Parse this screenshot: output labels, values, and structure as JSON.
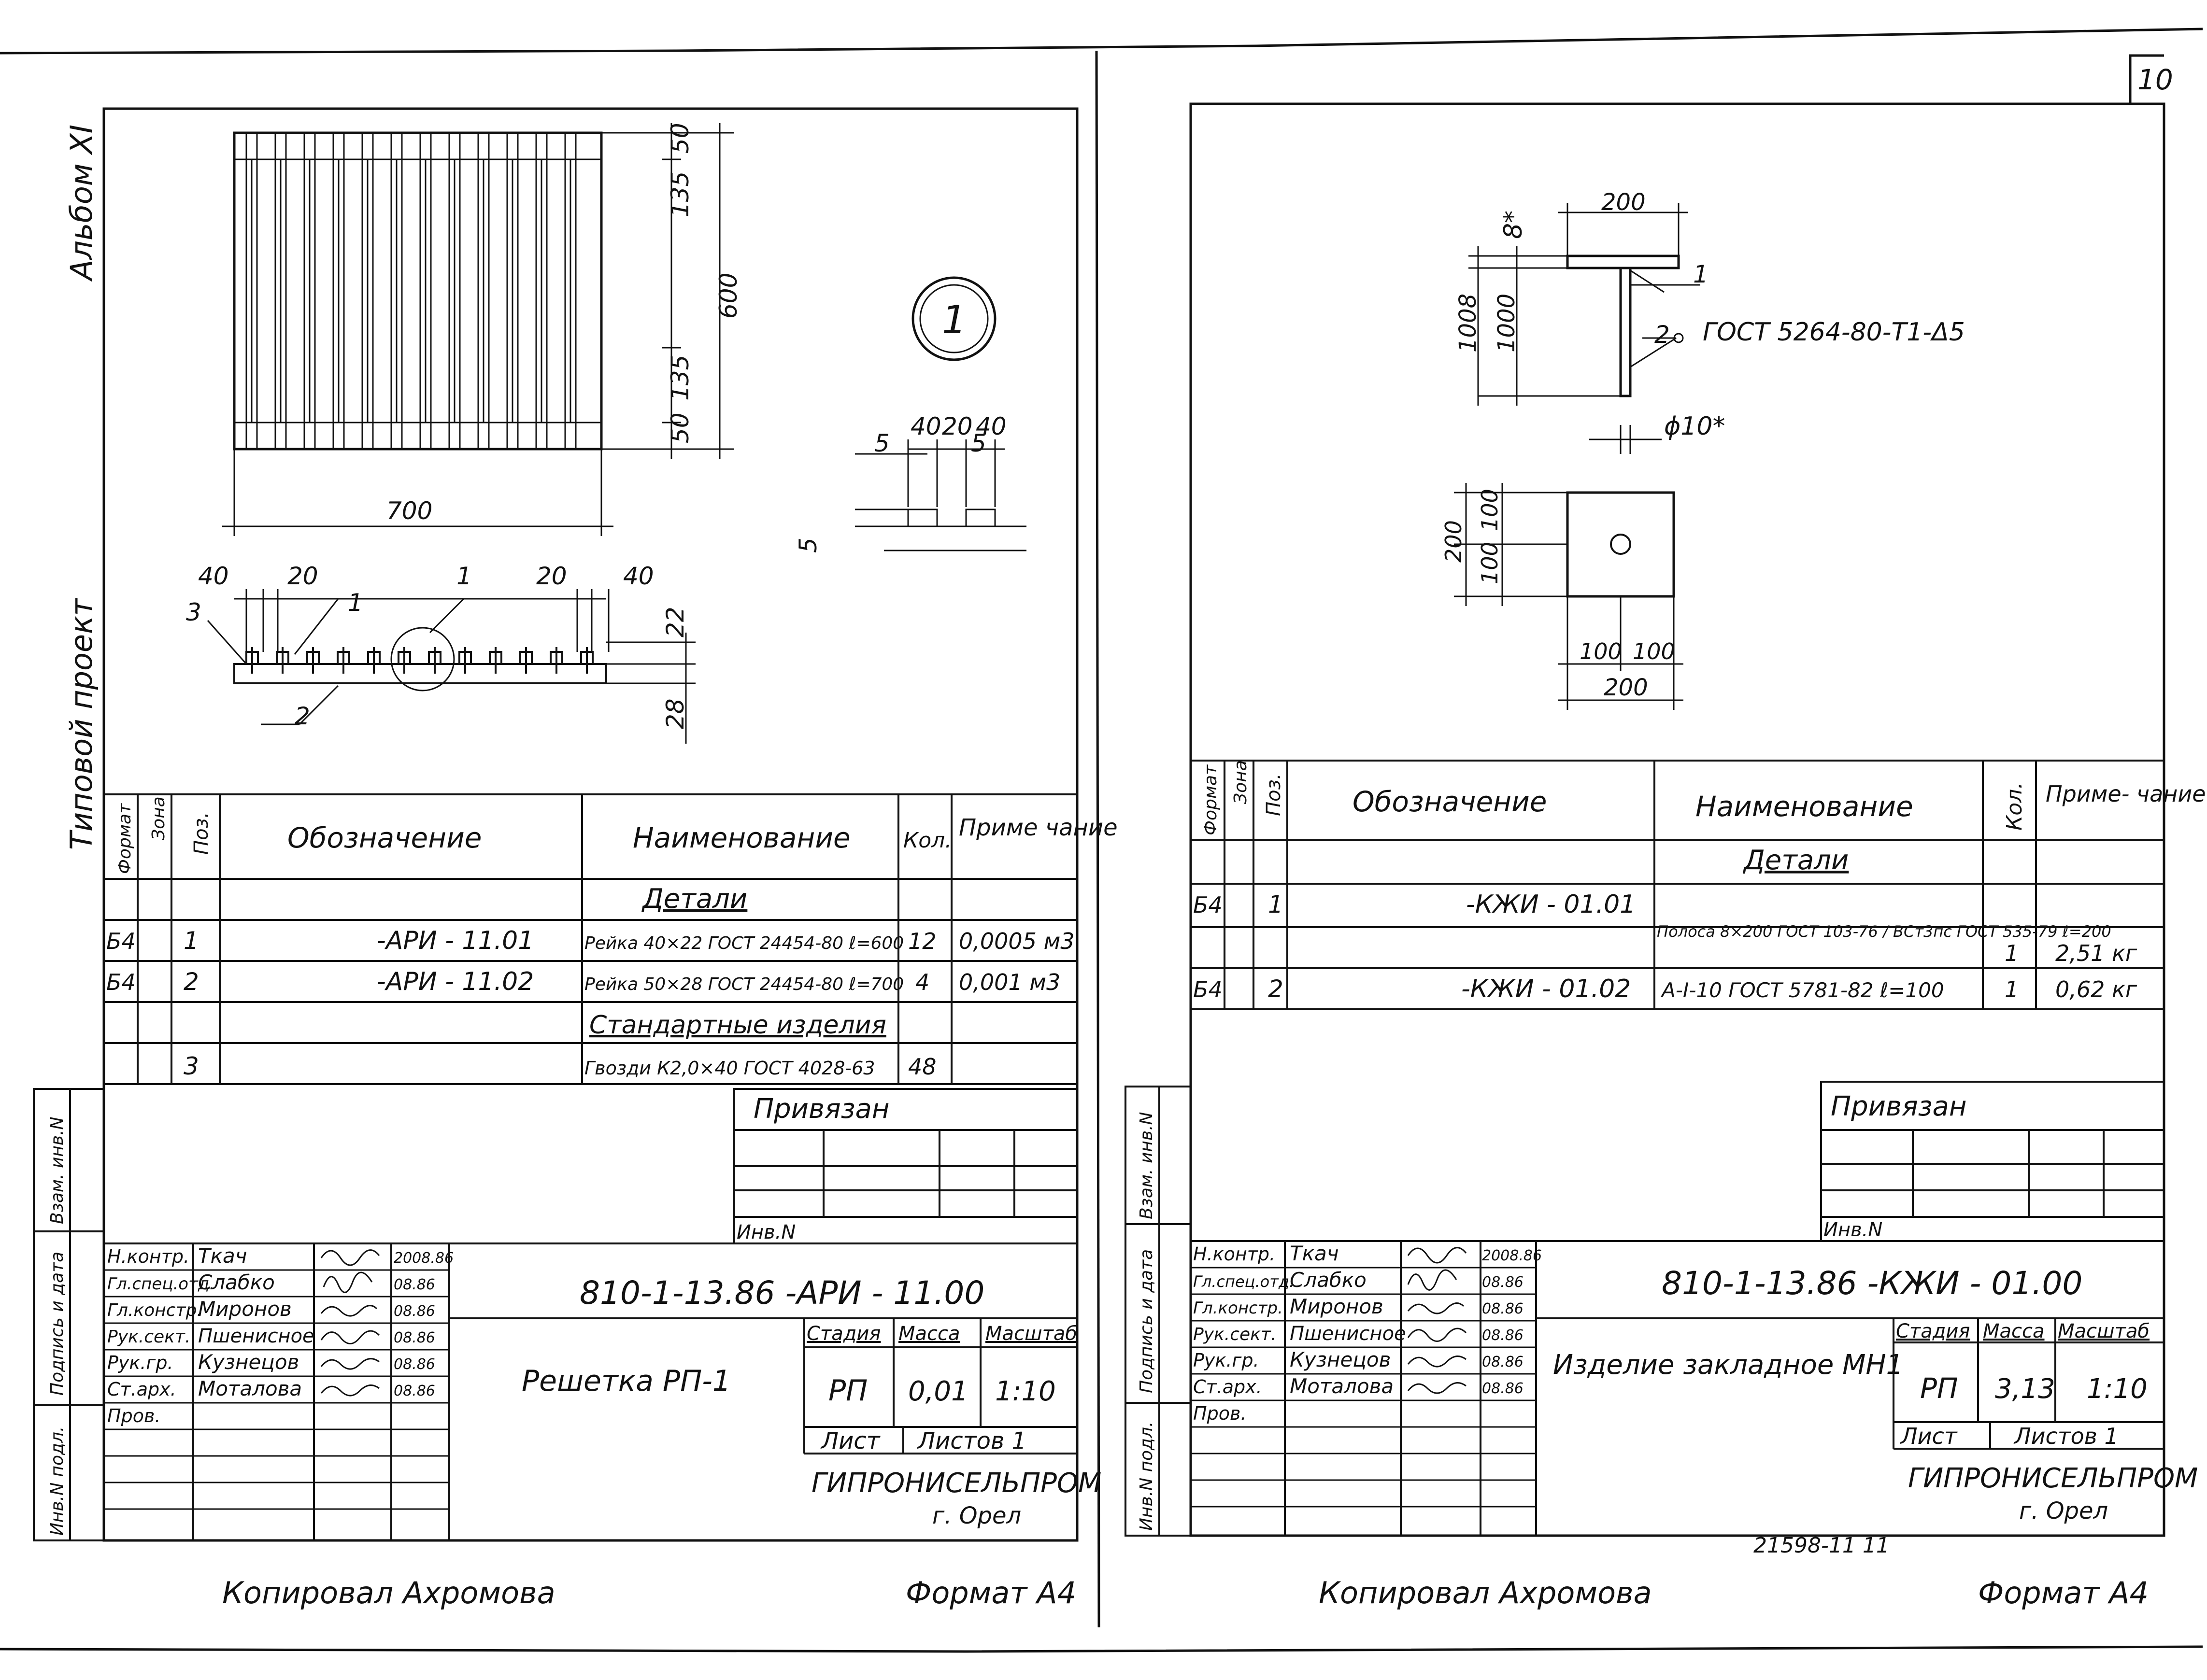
{
  "side_margin": {
    "album": "Альбом XI",
    "project": "Типовой проект",
    "stamps": [
      "Взам. инв.N",
      "Подпись и дата",
      "Инв.N подл."
    ]
  },
  "sheet_number": "10",
  "left": {
    "drawing": {
      "d50_top": "50",
      "d135_top": "135",
      "d600": "600",
      "d135_bot": "135",
      "d50_bot": "50",
      "d700": "700",
      "d40_left": "40",
      "d20_left": "20",
      "d20_right": "20",
      "d40_right": "40",
      "d22": "22",
      "d28": "28",
      "p1": "1",
      "p2": "2",
      "p3": "3",
      "p1b": "1",
      "detail_no": "1",
      "det_40a": "40",
      "det_20": "20",
      "det_40b": "40",
      "det_5a": "5",
      "det_5b": "5",
      "det_5c": "5"
    },
    "spec": {
      "headers": [
        "Формат",
        "Зона",
        "Поз.",
        "Обозначение",
        "Наименование",
        "Кол.",
        "Приме чание"
      ],
      "section1": "Детали",
      "rows": [
        {
          "fmt": "Б4",
          "pos": "1",
          "code": "-АРИ - 11.01",
          "name": "Рейка 40×22 ГОСТ 24454-80 ℓ=600",
          "qty": "12",
          "note": "0,0005 м3"
        },
        {
          "fmt": "Б4",
          "pos": "2",
          "code": "-АРИ - 11.02",
          "name": "Рейка 50×28 ГОСТ 24454-80 ℓ=700",
          "qty": "4",
          "note": "0,001 м3"
        }
      ],
      "section2": "Стандартные изделия",
      "rows2": [
        {
          "fmt": "",
          "pos": "3",
          "code": "",
          "name": "Гвозди К2,0×40 ГОСТ 4028-63",
          "qty": "48",
          "note": ""
        }
      ]
    },
    "privyazan": "Привязан",
    "inv": "Инв.N",
    "title": {
      "roles": [
        "Н.контр.",
        "Гл.спец.отд.",
        "Гл.констр.",
        "Рук.сект.",
        "Рук.гр.",
        "Ст.арх.",
        "Пров."
      ],
      "names": [
        "Ткач",
        "Слабко",
        "Миронов",
        "Пшенисное",
        "Кузнецов",
        "Моталова",
        ""
      ],
      "dates": [
        "2008.86",
        "08.86",
        "08.86",
        "08.86",
        "08.86",
        "08.86",
        ""
      ],
      "code": "810-1-13.86   -АРИ - 11.00",
      "name": "Решетка РП-1",
      "stage_h": "Стадия",
      "mass_h": "Масса",
      "scale_h": "Масштаб",
      "stage": "РП",
      "mass": "0,01",
      "scale": "1:10",
      "sheet_h": "Лист",
      "sheets_h": "Листов 1",
      "org": "ГИПРОНИСЕЛЬПРОМ",
      "city": "г. Орел"
    },
    "copied": "Копировал  Ахромова",
    "format": "Формат А4"
  },
  "right": {
    "drawing": {
      "d200_top": "200",
      "d8": "8*",
      "d1008": "1008",
      "d1000": "1000",
      "p1": "1",
      "p2": "2",
      "weld": "ГОСТ 5264-80-Т1-Δ5",
      "phi": "ϕ10*",
      "d200_side": "200",
      "d100a": "100",
      "d100b": "100",
      "d100c": "100",
      "d100d": "100",
      "d200_bot": "200"
    },
    "spec": {
      "headers": [
        "Формат",
        "Зона",
        "Поз.",
        "Обозначение",
        "Наименование",
        "Кол.",
        "Приме- чание"
      ],
      "section1": "Детали",
      "rows": [
        {
          "fmt": "Б4",
          "pos": "1",
          "code": "-КЖИ - 01.01",
          "name": "Полоса 8×200 ГОСТ 103-76 / ВСт3пс ГОСТ 535-79 ℓ=200",
          "qty": "1",
          "note": "2,51 кг"
        },
        {
          "fmt": "Б4",
          "pos": "2",
          "code": "-КЖИ - 01.02",
          "name": "А-I-10 ГОСТ 5781-82 ℓ=100",
          "qty": "1",
          "note": "0,62 кг"
        }
      ]
    },
    "privyazan": "Привязан",
    "inv": "Инв.N",
    "title": {
      "roles": [
        "Н.контр.",
        "Гл.спец.отд.",
        "Гл.констр.",
        "Рук.сект.",
        "Рук.гр.",
        "Ст.арх.",
        "Пров."
      ],
      "names": [
        "Ткач",
        "Слабко",
        "Миронов",
        "Пшенисное",
        "Кузнецов",
        "Моталова",
        ""
      ],
      "dates": [
        "2008.86",
        "08.86",
        "08.86",
        "08.86",
        "08.86",
        "08.86",
        ""
      ],
      "code": "810-1-13.86   -КЖИ - 01.00",
      "name": "Изделие закладное МН1",
      "stage_h": "Стадия",
      "mass_h": "Масса",
      "scale_h": "Масштаб",
      "stage": "РП",
      "mass": "3,13",
      "scale": "1:10",
      "sheet_h": "Лист",
      "sheets_h": "Листов 1",
      "org": "ГИПРОНИСЕЛЬПРОМ",
      "city": "г. Орел"
    },
    "archive_no": "21598-11 11",
    "copied": "Копировал  Ахромова",
    "format": "Формат А4"
  }
}
